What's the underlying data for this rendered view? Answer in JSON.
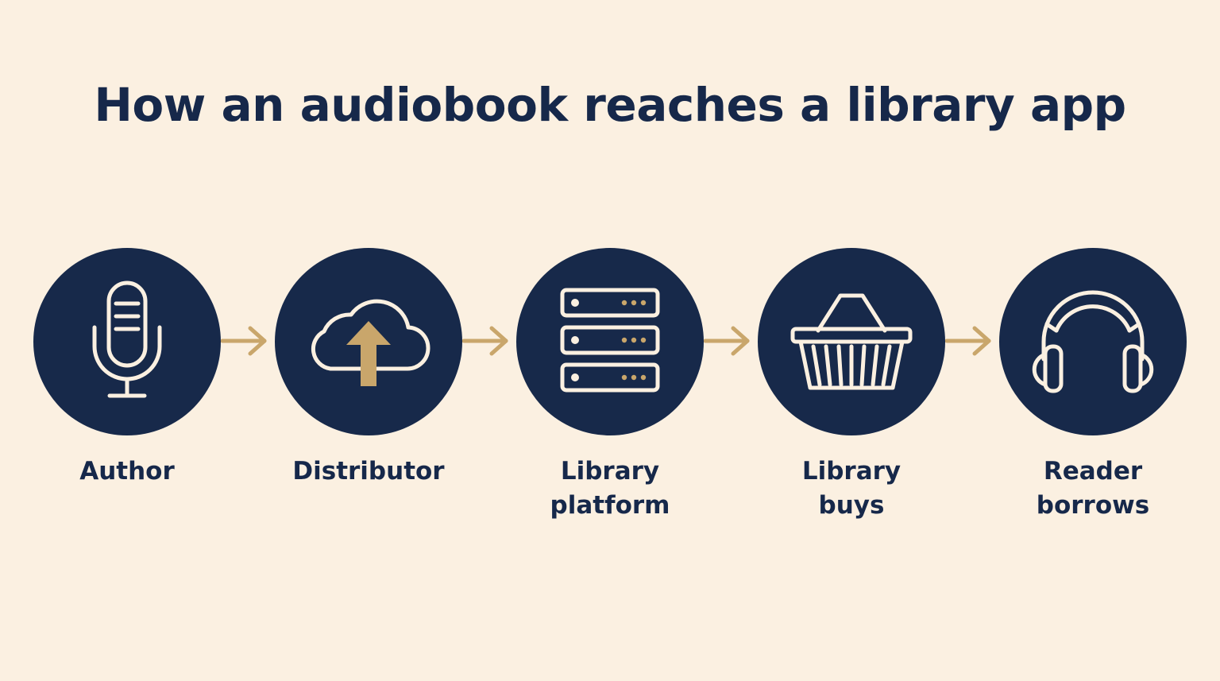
{
  "title": "How an audiobook reaches a library app",
  "colors": {
    "background": "#fbf0e1",
    "navy": "#17294a",
    "gold": "#c9a66b",
    "icon_stroke": "#fbf0e1"
  },
  "steps": [
    {
      "label": "Author",
      "icon": "microphone-icon"
    },
    {
      "label": "Distributor",
      "icon": "cloud-upload-icon"
    },
    {
      "label": "Library\nplatform",
      "icon": "server-stack-icon"
    },
    {
      "label": "Library\nbuys",
      "icon": "shopping-basket-icon"
    },
    {
      "label": "Reader\nborrows",
      "icon": "headphones-icon"
    }
  ]
}
